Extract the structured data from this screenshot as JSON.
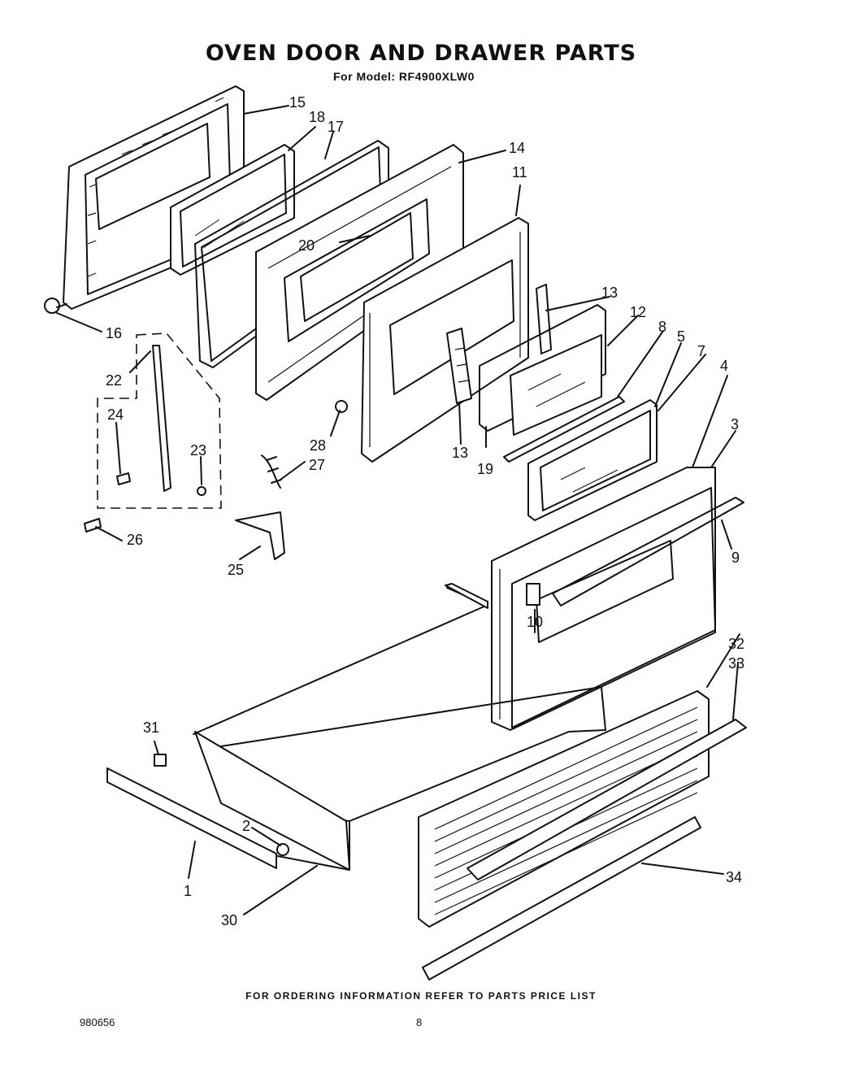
{
  "title": "OVEN DOOR AND DRAWER PARTS",
  "subtitle": "For Model: RF4900XLW0",
  "footer_note": "FOR ORDERING INFORMATION REFER TO PARTS PRICE LIST",
  "doc_number": "980656",
  "page_number": "8",
  "callouts": [
    "15",
    "18",
    "17",
    "14",
    "11",
    "20",
    "16",
    "13",
    "12",
    "8",
    "5",
    "7",
    "4",
    "3",
    "22",
    "24",
    "23",
    "28",
    "27",
    "13",
    "19",
    "26",
    "25",
    "9",
    "10",
    "32",
    "33",
    "31",
    "2",
    "1",
    "30",
    "34"
  ]
}
